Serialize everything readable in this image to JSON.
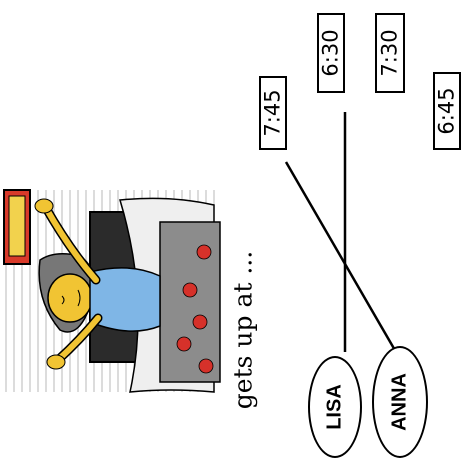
{
  "caption": "gets up at ...",
  "names": [
    {
      "id": "lisa",
      "label": "LISA"
    },
    {
      "id": "anna",
      "label": "ANNA"
    }
  ],
  "times": [
    "7:45",
    "6:30",
    "7:30",
    "6:45"
  ],
  "connections": [
    {
      "name": "LISA",
      "time": "6:30"
    },
    {
      "name": "ANNA",
      "time": "7:45"
    }
  ]
}
